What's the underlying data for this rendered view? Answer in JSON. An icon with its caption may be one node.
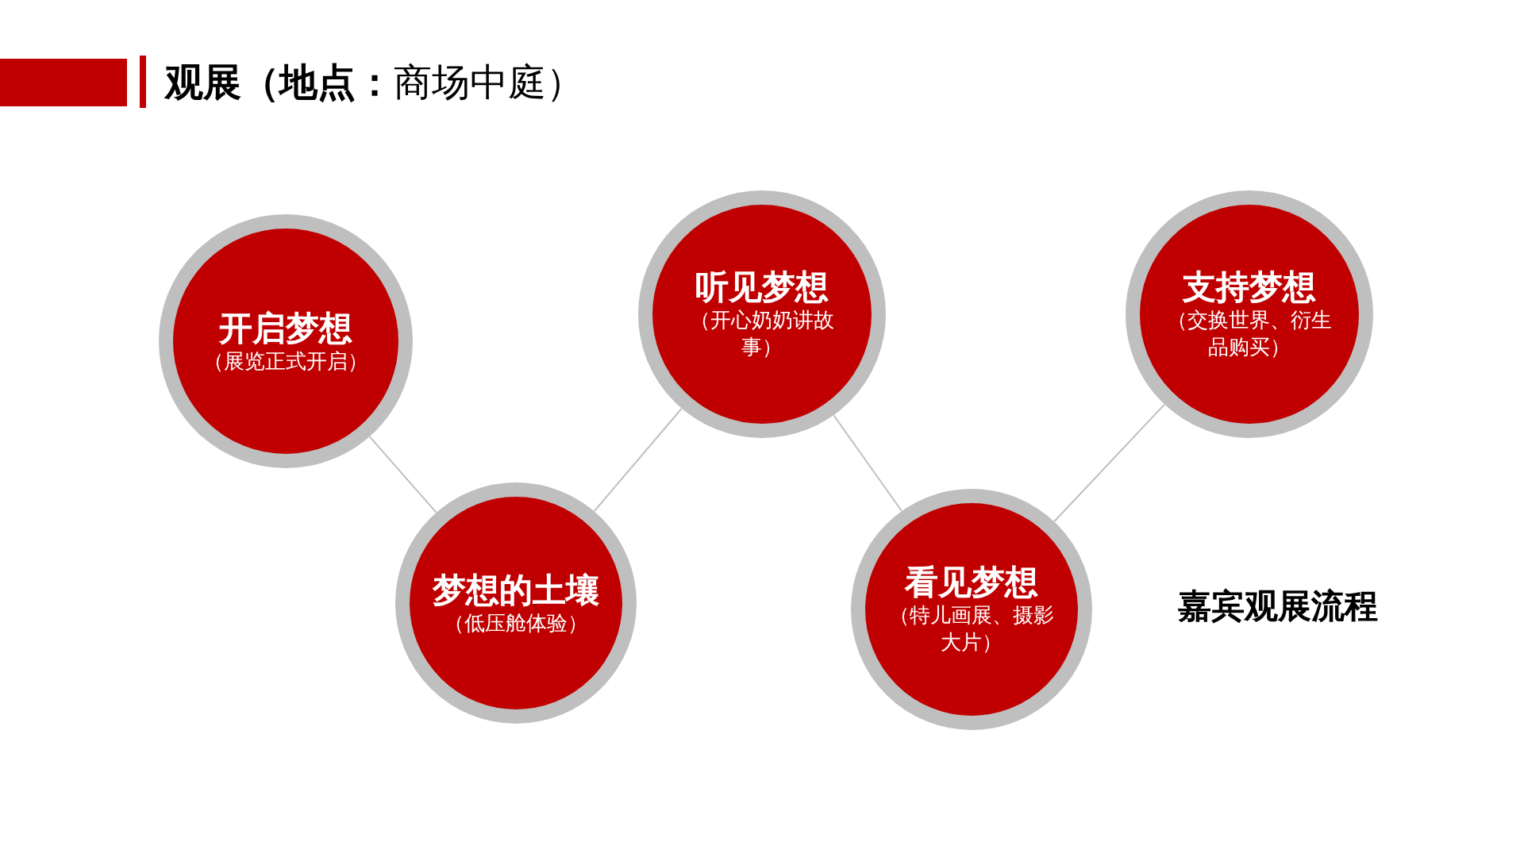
{
  "diagram": {
    "title": "**观展（地点：**商场中庭）",
    "nodes": [
      {
        "text": [
          "开启梦想",
          "（展览正式开启）"
        ]
      },
      {
        "text": [
          "梦想的土壤",
          "（低压舱体验）"
        ]
      },
      {
        "text": [
          "听见梦想",
          "（开心奶奶讲故事）"
        ]
      },
      {
        "text": [
          "看见梦想",
          "（特儿画展、摄影大片）"
        ]
      },
      {
        "text": [
          "支持梦想",
          "（交换世界、衍生品购买）"
        ]
      }
    ],
    "edges": [
      {
        "from": 0,
        "to": 1,
        "arrow": "none"
      },
      {
        "from": 1,
        "to": 2,
        "arrow": "none"
      },
      {
        "from": 2,
        "to": 3,
        "arrow": "none"
      },
      {
        "from": 3,
        "to": 4,
        "arrow": "none"
      }
    ],
    "labels": [
      "嘉宾观展流程"
    ]
  }
}
